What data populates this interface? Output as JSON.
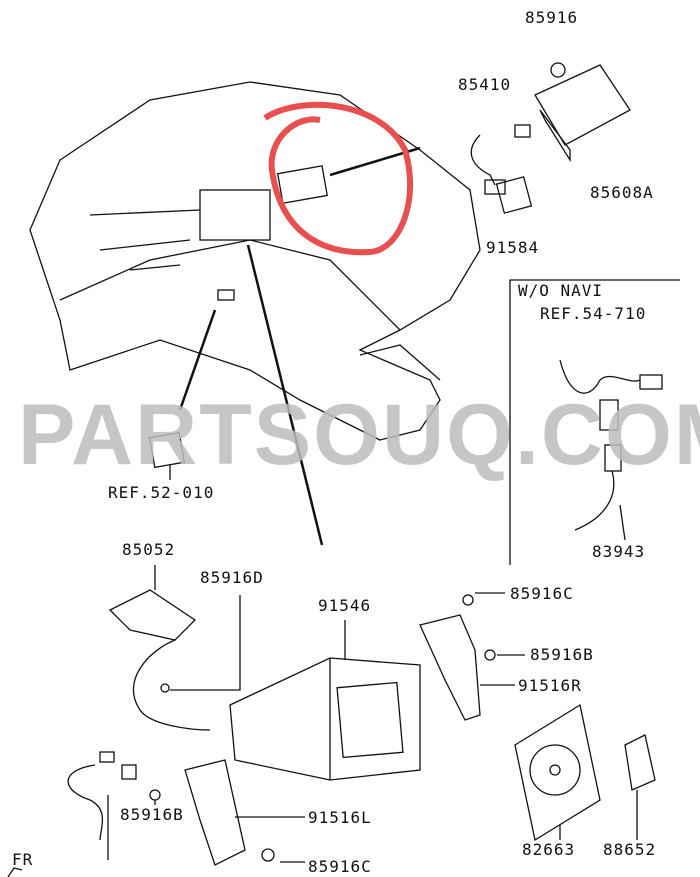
{
  "watermark": "PARTSOUQ.COM",
  "highlight_color": "#e8504f",
  "labels": {
    "p85916_top": "85916",
    "p85410": "85410",
    "p85608A": "85608A",
    "p91584": "91584",
    "wo_navi": "W/O NAVI",
    "ref54": "REF.54-710",
    "p83943": "83943",
    "ref52": "REF.52-010",
    "p85052": "85052",
    "p85916D": "85916D",
    "p91546": "91546",
    "p85916C_top": "85916C",
    "p85916B_right": "85916B",
    "p91516R": "91516R",
    "p91516L": "91516L",
    "p85916B_left": "85916B",
    "p85916C_bottom": "85916C",
    "p82663": "82663",
    "p88652": "88652",
    "fr": "FR"
  }
}
